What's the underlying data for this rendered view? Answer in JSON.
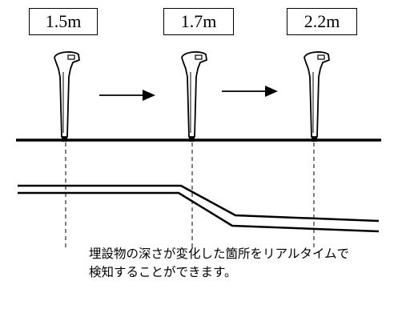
{
  "depth_labels": [
    "1.5m",
    "1.7m",
    "2.2m"
  ],
  "caption": {
    "line1": "埋設物の深さが変化した箇所をリアルタイムで",
    "line2": "検知することができます。"
  },
  "colors": {
    "line": "#000000",
    "background": "#ffffff"
  },
  "icons": [
    "pipe-locator-icon",
    "right-arrow-icon"
  ]
}
